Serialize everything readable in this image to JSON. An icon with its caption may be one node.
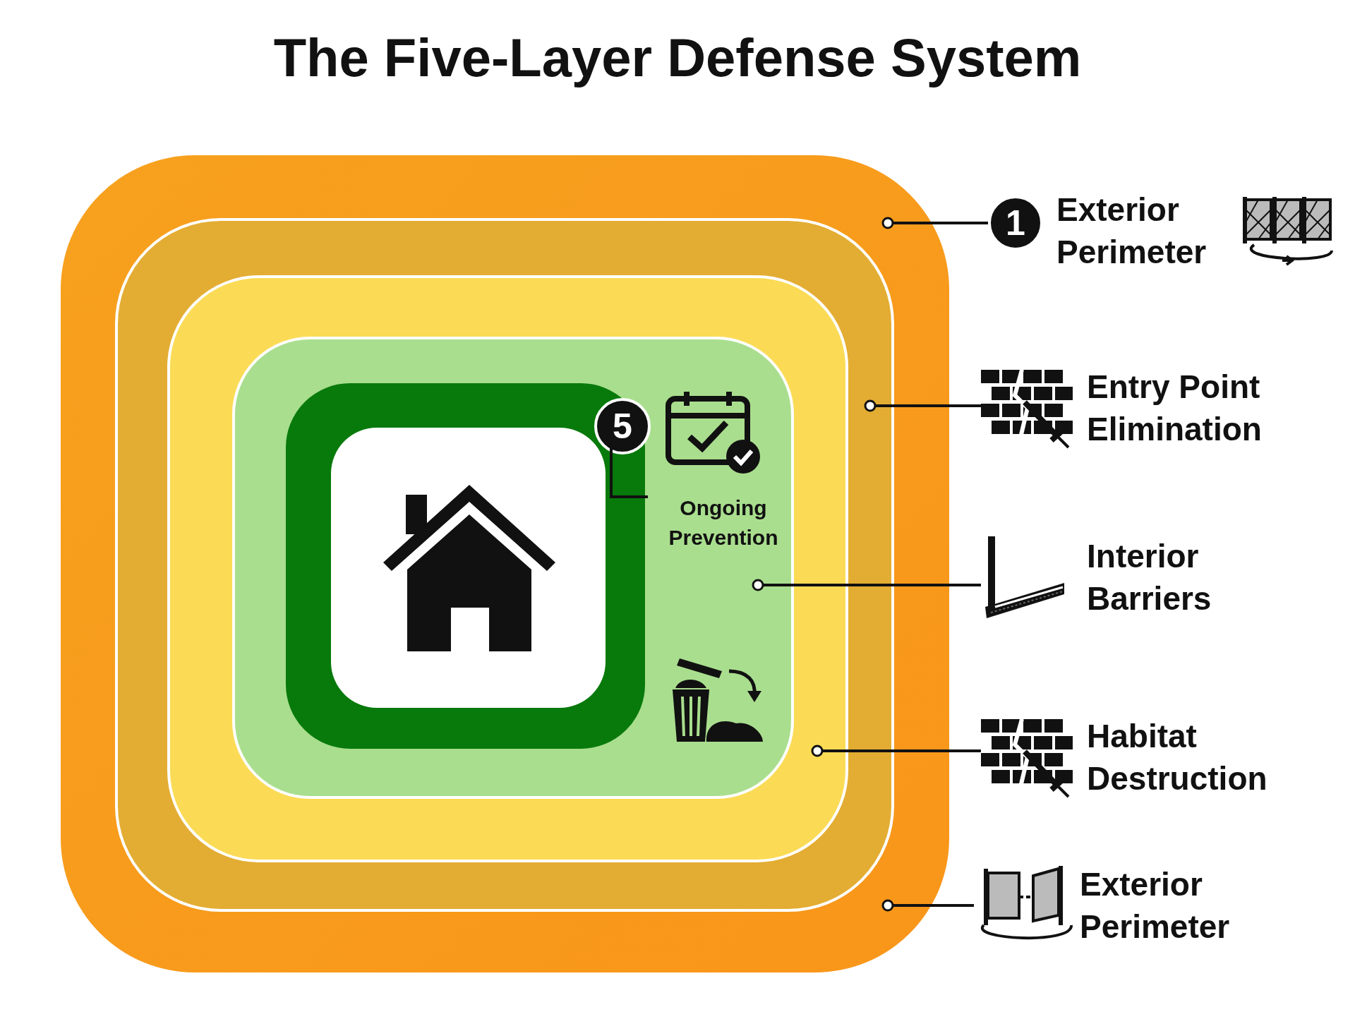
{
  "diagram": {
    "title": "The Five-Layer Defense System",
    "nodes": [
      {
        "text": [],
        "shape": "box"
      },
      {
        "text": [],
        "shape": "box",
        "in": 0
      },
      {
        "text": [],
        "shape": "box",
        "in": 1
      },
      {
        "text": [],
        "shape": "box",
        "in": 2
      },
      {
        "text": [],
        "shape": "box",
        "in": 3
      },
      {
        "text": [],
        "shape": "box",
        "in": 4
      },
      {
        "text": [
          "5"
        ],
        "in": 4
      },
      {
        "text": [
          "Ongoing Prevention"
        ],
        "in": 3
      },
      {
        "text": [
          "1"
        ]
      },
      {
        "text": [
          "Exterior Perimeter"
        ]
      },
      {
        "text": [
          "Entry Point Elimination"
        ]
      },
      {
        "text": [
          "Interior Barriers"
        ]
      },
      {
        "text": [
          "Habitat Destruction"
        ]
      },
      {
        "text": [
          "Exterior Perimeter"
        ]
      }
    ],
    "edges": [
      {
        "from": 6,
        "to": 7,
        "arrow": "none"
      },
      {
        "from": 8,
        "to": 0,
        "arrow": "other"
      },
      {
        "from": 10,
        "to": 1,
        "arrow": "other"
      },
      {
        "from": 11,
        "to": 3,
        "arrow": "other"
      },
      {
        "from": 12,
        "to": 2,
        "arrow": "other"
      },
      {
        "from": 13,
        "to": 0,
        "arrow": "other"
      }
    ]
  }
}
